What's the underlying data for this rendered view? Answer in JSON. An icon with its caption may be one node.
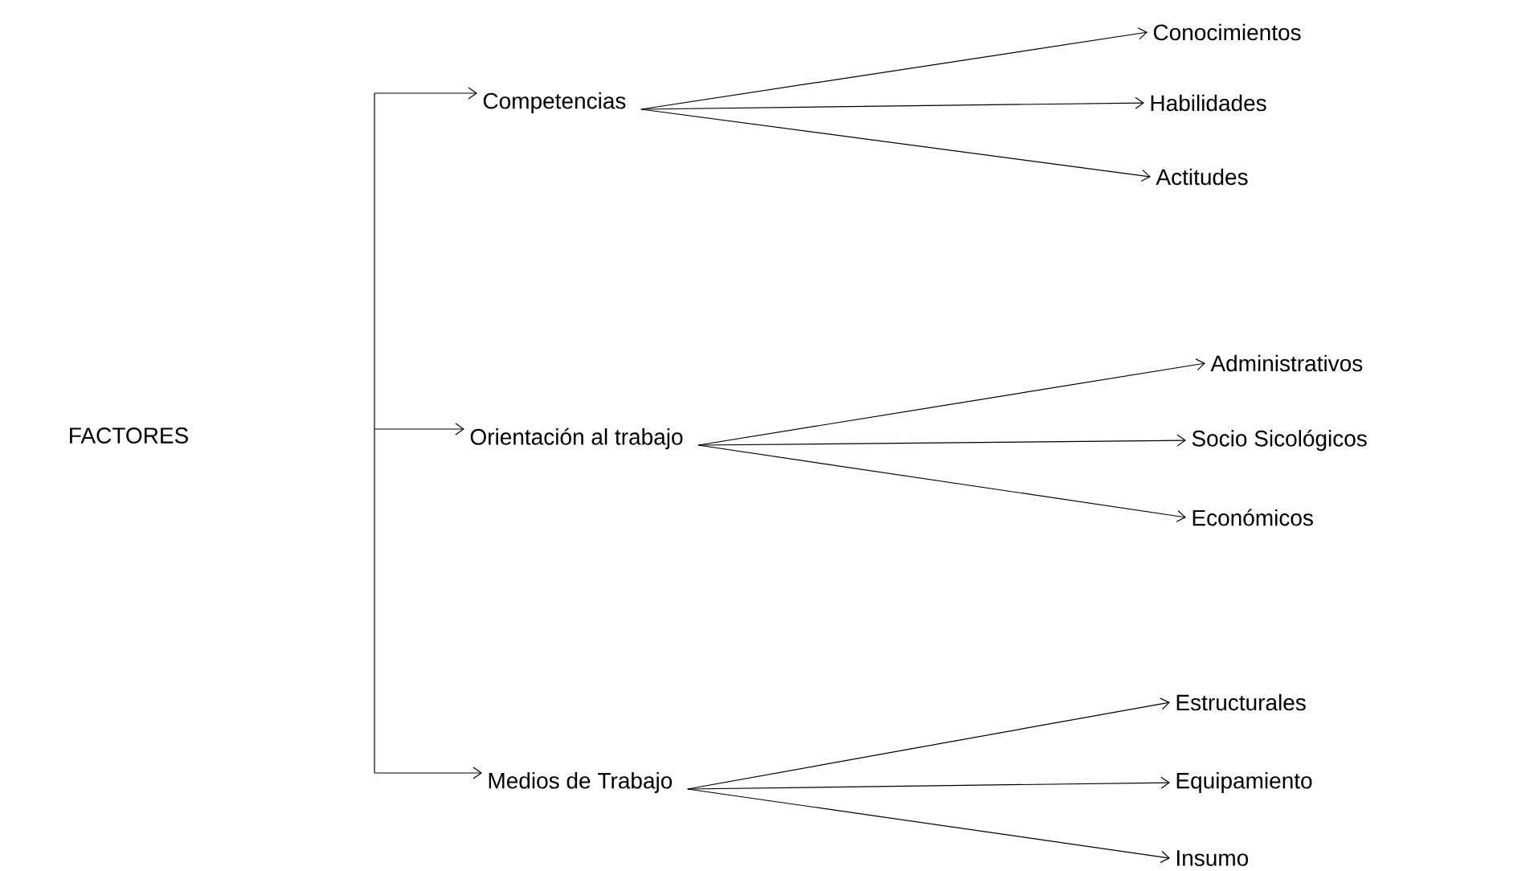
{
  "diagram": {
    "nodes": [
      {
        "text": [
          "FACTORES"
        ]
      },
      {
        "text": [
          "Competencias"
        ]
      },
      {
        "text": [
          "Orientación al trabajo"
        ]
      },
      {
        "text": [
          "Medios de Trabajo"
        ]
      },
      {
        "text": [
          "Conocimientos"
        ]
      },
      {
        "text": [
          "Habilidades"
        ]
      },
      {
        "text": [
          "Actitudes"
        ]
      },
      {
        "text": [
          "Administrativos"
        ]
      },
      {
        "text": [
          "Socio Sicológicos"
        ]
      },
      {
        "text": [
          "Económicos"
        ]
      },
      {
        "text": [
          "Estructurales"
        ]
      },
      {
        "text": [
          "Equipamiento"
        ]
      },
      {
        "text": [
          "Insumo"
        ]
      }
    ],
    "edges": [
      {
        "from": null,
        "to": 1,
        "arrow": "to"
      },
      {
        "from": null,
        "to": 2,
        "arrow": "to"
      },
      {
        "from": null,
        "to": 3,
        "arrow": "to"
      },
      {
        "from": 1,
        "to": 4,
        "arrow": "to"
      },
      {
        "from": 1,
        "to": 5,
        "arrow": "to"
      },
      {
        "from": 1,
        "to": 6,
        "arrow": "to"
      },
      {
        "from": 2,
        "to": 7,
        "arrow": "to"
      },
      {
        "from": 2,
        "to": 8,
        "arrow": "to"
      },
      {
        "from": 2,
        "to": 9,
        "arrow": "to"
      },
      {
        "from": 3,
        "to": 10,
        "arrow": "to"
      },
      {
        "from": 3,
        "to": 11,
        "arrow": "to"
      },
      {
        "from": 3,
        "to": 12,
        "arrow": "to"
      }
    ]
  }
}
